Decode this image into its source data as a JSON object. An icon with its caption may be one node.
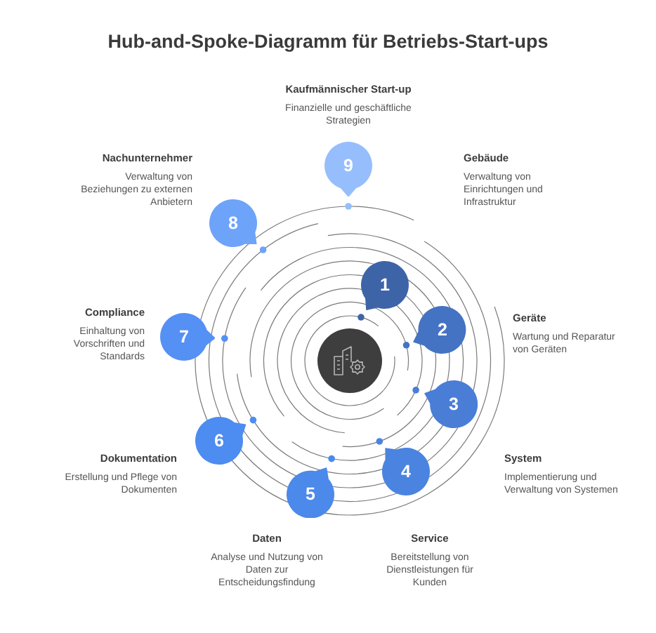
{
  "diagram": {
    "title": "Hub-and-Spoke-Diagramm für Betriebs-Start-ups",
    "nodes": [
      {
        "text": [],
        "shape": "circle"
      },
      {
        "text": [
          "1"
        ],
        "beside": [
          "Gebäude",
          "Verwaltung von Einrichtungen und Infrastruktur"
        ]
      },
      {
        "text": [
          "2"
        ],
        "beside": [
          "Geräte",
          "Wartung und Reparatur von Geräten"
        ]
      },
      {
        "text": [
          "3"
        ],
        "beside": [
          "System",
          "Implementierung und Verwaltung von Systemen"
        ]
      },
      {
        "text": [
          "4"
        ],
        "beside": [
          "Service",
          "Bereitstellung von Dienstleistungen für Kunden"
        ]
      },
      {
        "text": [
          "5"
        ],
        "beside": [
          "Daten",
          "Analyse und Nutzung von Daten zur Entscheidungsfindung"
        ]
      },
      {
        "text": [
          "6"
        ],
        "beside": [
          "Dokumentation",
          "Erstellung und Pflege von Dokumenten"
        ]
      },
      {
        "text": [
          "7"
        ],
        "beside": [
          "Compliance",
          "Einhaltung von Vorschriften und Standards"
        ]
      },
      {
        "text": [
          "8"
        ],
        "beside": [
          "Nachunternehmer",
          "Verwaltung von Beziehungen zu externen Anbietern"
        ]
      },
      {
        "text": [
          "9"
        ],
        "beside": [
          "Kaufmännischer Start-up",
          "Finanzielle und geschäftliche Strategien"
        ]
      }
    ]
  }
}
